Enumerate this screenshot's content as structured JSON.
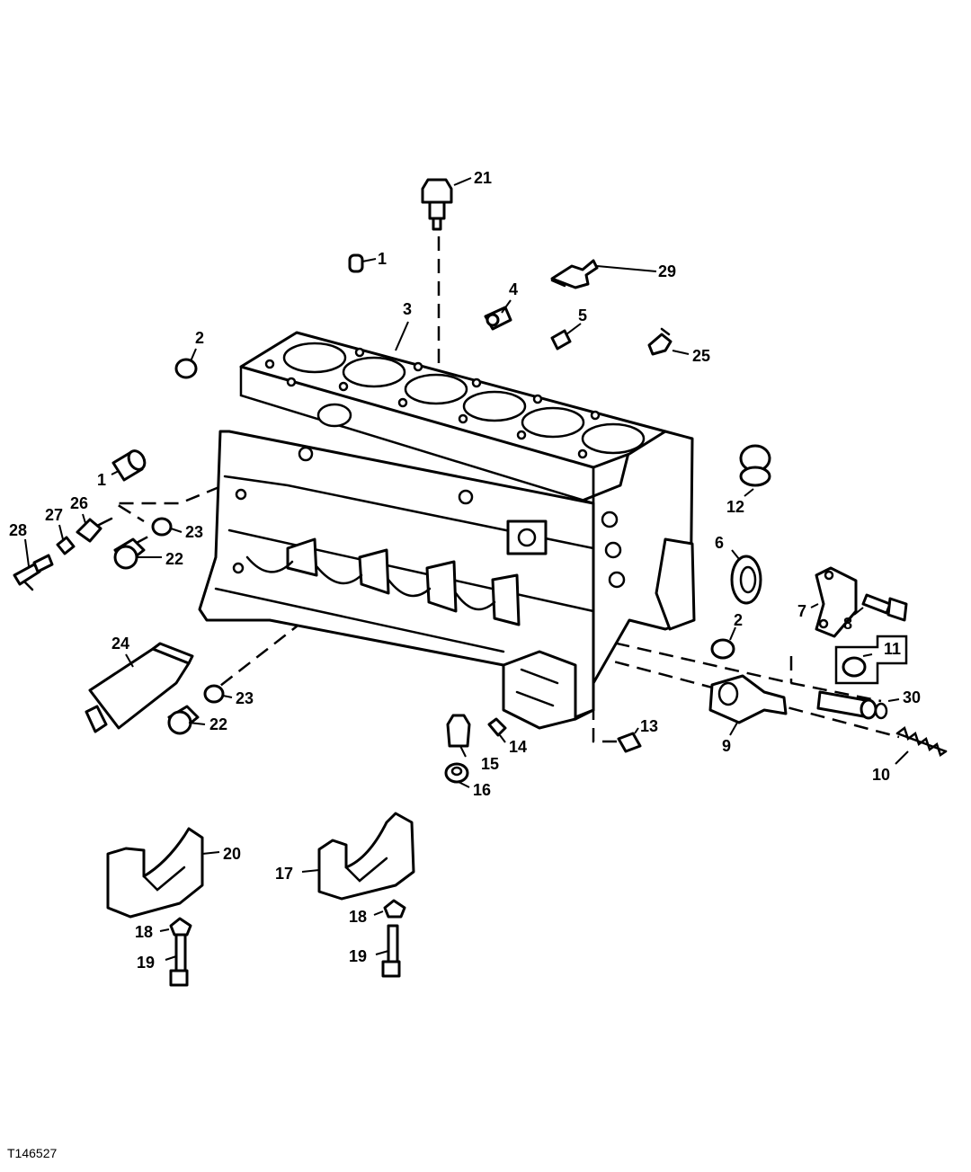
{
  "figure": {
    "figure_id": "T146527",
    "callouts": [
      {
        "part": "cylinder-block",
        "label": "3"
      },
      {
        "part": "dowel-pin-top",
        "label": "1"
      },
      {
        "part": "dowel-pin-left",
        "label": "1"
      },
      {
        "part": "plug-top",
        "label": "2"
      },
      {
        "part": "plug-right",
        "label": "2"
      },
      {
        "part": "fitting-4",
        "label": "4"
      },
      {
        "part": "plug-5",
        "label": "5"
      },
      {
        "part": "sensor-29",
        "label": "29"
      },
      {
        "part": "sensor-25",
        "label": "25"
      },
      {
        "part": "bolt-21",
        "label": "21"
      },
      {
        "part": "cap-12",
        "label": "12"
      },
      {
        "part": "seal-6",
        "label": "6"
      },
      {
        "part": "cover-7",
        "label": "7"
      },
      {
        "part": "screw-8",
        "label": "8"
      },
      {
        "part": "valve-body-9",
        "label": "9"
      },
      {
        "part": "spring-10",
        "label": "10"
      },
      {
        "part": "plug-11",
        "label": "11"
      },
      {
        "part": "piston-30",
        "label": "30"
      },
      {
        "part": "plug-13",
        "label": "13"
      },
      {
        "part": "plug-14",
        "label": "14"
      },
      {
        "part": "plug-15",
        "label": "15"
      },
      {
        "part": "nut-16",
        "label": "16"
      },
      {
        "part": "cap-17",
        "label": "17"
      },
      {
        "part": "nut-18a",
        "label": "18"
      },
      {
        "part": "nut-18b",
        "label": "18"
      },
      {
        "part": "bolt-19a",
        "label": "19"
      },
      {
        "part": "bolt-19b",
        "label": "19"
      },
      {
        "part": "cap-20",
        "label": "20"
      },
      {
        "part": "plug-22-top",
        "label": "22"
      },
      {
        "part": "plug-22-bottom",
        "label": "22"
      },
      {
        "part": "oring-23-top",
        "label": "23"
      },
      {
        "part": "oring-23-bottom",
        "label": "23"
      },
      {
        "part": "sealant-tube-24",
        "label": "24"
      },
      {
        "part": "fitting-26",
        "label": "26"
      },
      {
        "part": "plug-27",
        "label": "27"
      },
      {
        "part": "sensor-28",
        "label": "28"
      }
    ]
  }
}
